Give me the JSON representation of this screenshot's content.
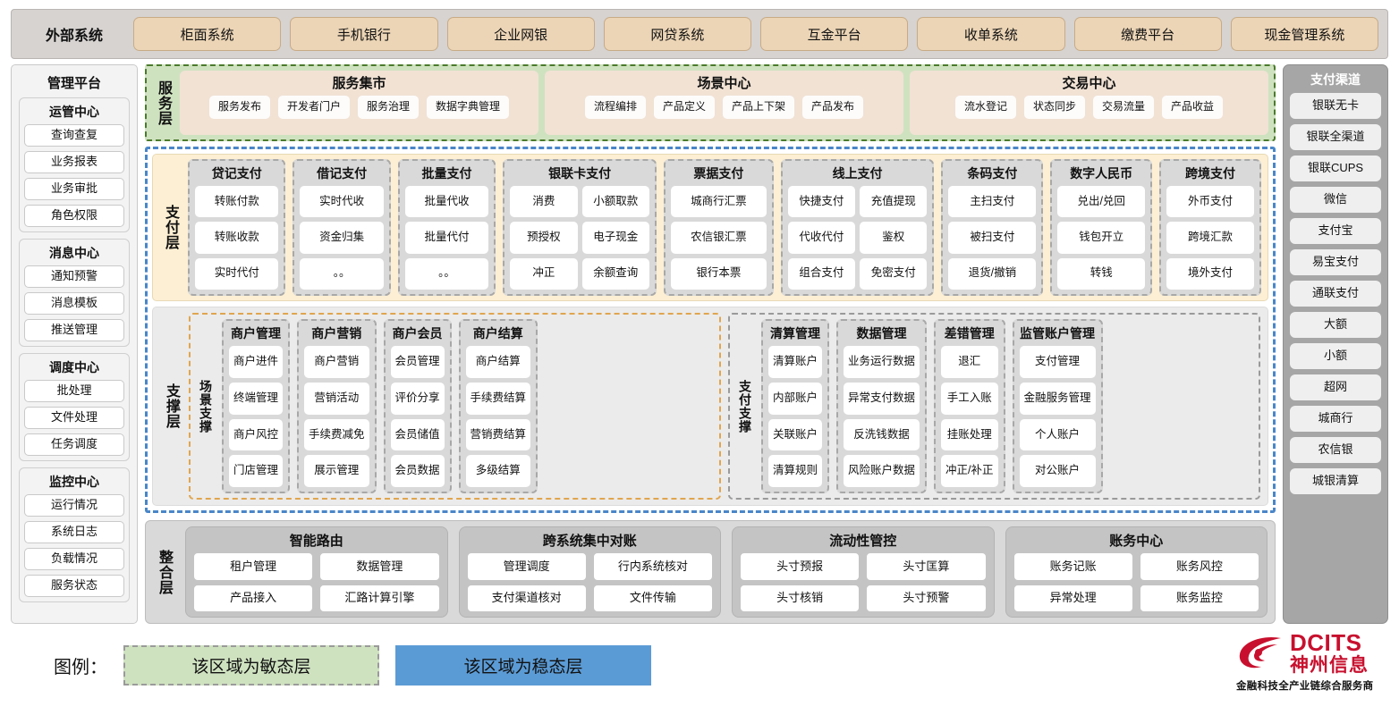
{
  "external_systems": {
    "title": "外部系统",
    "items": [
      "柜面系统",
      "手机银行",
      "企业网银",
      "网贷系统",
      "互金平台",
      "收单系统",
      "缴费平台",
      "现金管理系统"
    ]
  },
  "management_platform": {
    "title": "管理平台",
    "groups": [
      {
        "title": "运管中心",
        "items": [
          "查询查复",
          "业务报表",
          "业务审批",
          "角色权限"
        ]
      },
      {
        "title": "消息中心",
        "items": [
          "通知预警",
          "消息模板",
          "推送管理"
        ]
      },
      {
        "title": "调度中心",
        "items": [
          "批处理",
          "文件处理",
          "任务调度"
        ]
      },
      {
        "title": "监控中心",
        "items": [
          "运行情况",
          "系统日志",
          "负载情况",
          "服务状态"
        ]
      }
    ]
  },
  "payment_channels": {
    "title": "支付渠道",
    "items": [
      "银联无卡",
      "银联全渠道",
      "银联CUPS",
      "微信",
      "支付宝",
      "易宝支付",
      "通联支付",
      "大额",
      "小额",
      "超网",
      "城商行",
      "农信银",
      "城银清算"
    ]
  },
  "service_layer": {
    "label": "服务层",
    "boxes": [
      {
        "title": "服务集市",
        "items": [
          "服务发布",
          "开发者门户",
          "服务治理",
          "数据字典管理"
        ]
      },
      {
        "title": "场景中心",
        "items": [
          "流程编排",
          "产品定义",
          "产品上下架",
          "产品发布"
        ]
      },
      {
        "title": "交易中心",
        "items": [
          "流水登记",
          "状态同步",
          "交易流量",
          "产品收益"
        ]
      }
    ]
  },
  "payment_layer": {
    "label": "支付层",
    "categories": [
      {
        "title": "贷记支付",
        "cols": 1,
        "items": [
          "转账付款",
          "转账收款",
          "实时代付"
        ]
      },
      {
        "title": "借记支付",
        "cols": 1,
        "items": [
          "实时代收",
          "资金归集",
          "。。"
        ]
      },
      {
        "title": "批量支付",
        "cols": 1,
        "items": [
          "批量代收",
          "批量代付",
          "。。"
        ]
      },
      {
        "title": "银联卡支付",
        "cols": 2,
        "items": [
          "消费",
          "小额取款",
          "预授权",
          "电子现金",
          "冲正",
          "余额查询"
        ]
      },
      {
        "title": "票据支付",
        "cols": 1,
        "items": [
          "城商行汇票",
          "农信银汇票",
          "银行本票"
        ]
      },
      {
        "title": "线上支付",
        "cols": 2,
        "items": [
          "快捷支付",
          "充值提现",
          "代收代付",
          "鉴权",
          "组合支付",
          "免密支付"
        ]
      },
      {
        "title": "条码支付",
        "cols": 1,
        "items": [
          "主扫支付",
          "被扫支付",
          "退货/撤销"
        ]
      },
      {
        "title": "数字人民币",
        "cols": 1,
        "items": [
          "兑出/兑回",
          "钱包开立",
          "转钱"
        ]
      },
      {
        "title": "跨境支付",
        "cols": 1,
        "items": [
          "外币支付",
          "跨境汇款",
          "境外支付"
        ]
      }
    ]
  },
  "support_layer": {
    "label": "支撑层",
    "scene": {
      "label": "场景支撑",
      "categories": [
        {
          "title": "商户管理",
          "items": [
            "商户进件",
            "终端管理",
            "商户风控",
            "门店管理"
          ]
        },
        {
          "title": "商户营销",
          "items": [
            "商户营销",
            "营销活动",
            "手续费减免",
            "展示管理"
          ]
        },
        {
          "title": "商户会员",
          "items": [
            "会员管理",
            "评价分享",
            "会员储值",
            "会员数据"
          ]
        },
        {
          "title": "商户结算",
          "items": [
            "商户结算",
            "手续费结算",
            "营销费结算",
            "多级结算"
          ]
        }
      ]
    },
    "pay_support": {
      "label": "支付支撑",
      "categories": [
        {
          "title": "清算管理",
          "items": [
            "清算账户",
            "内部账户",
            "关联账户",
            "清算规则"
          ]
        },
        {
          "title": "数据管理",
          "items": [
            "业务运行数据",
            "异常支付数据",
            "反洗钱数据",
            "风险账户数据"
          ]
        },
        {
          "title": "差错管理",
          "items": [
            "退汇",
            "手工入账",
            "挂账处理",
            "冲正/补正"
          ]
        },
        {
          "title": "监管账户管理",
          "items": [
            "支付管理",
            "金融服务管理",
            "个人账户",
            "对公账户"
          ]
        }
      ]
    }
  },
  "integration_layer": {
    "label": "整合层",
    "boxes": [
      {
        "title": "智能路由",
        "items": [
          "租户管理",
          "数据管理",
          "产品接入",
          "汇路计算引擎"
        ]
      },
      {
        "title": "跨系统集中对账",
        "items": [
          "管理调度",
          "行内系统核对",
          "支付渠道核对",
          "文件传输"
        ]
      },
      {
        "title": "流动性管控",
        "items": [
          "头寸预报",
          "头寸匡算",
          "头寸核销",
          "头寸预警"
        ]
      },
      {
        "title": "账务中心",
        "items": [
          "账务记账",
          "账务风控",
          "异常处理",
          "账务监控"
        ]
      }
    ]
  },
  "legend": {
    "label": "图例：",
    "agile_text": "该区域为敏态层",
    "stable_text": "该区域为稳态层",
    "agile_color": "#cfe2c0",
    "stable_color": "#5b9bd5"
  },
  "logo": {
    "en": "DCITS",
    "cn": "神州信息",
    "tagline": "金融科技全产业链综合服务商",
    "brand_color": "#c8102e"
  }
}
